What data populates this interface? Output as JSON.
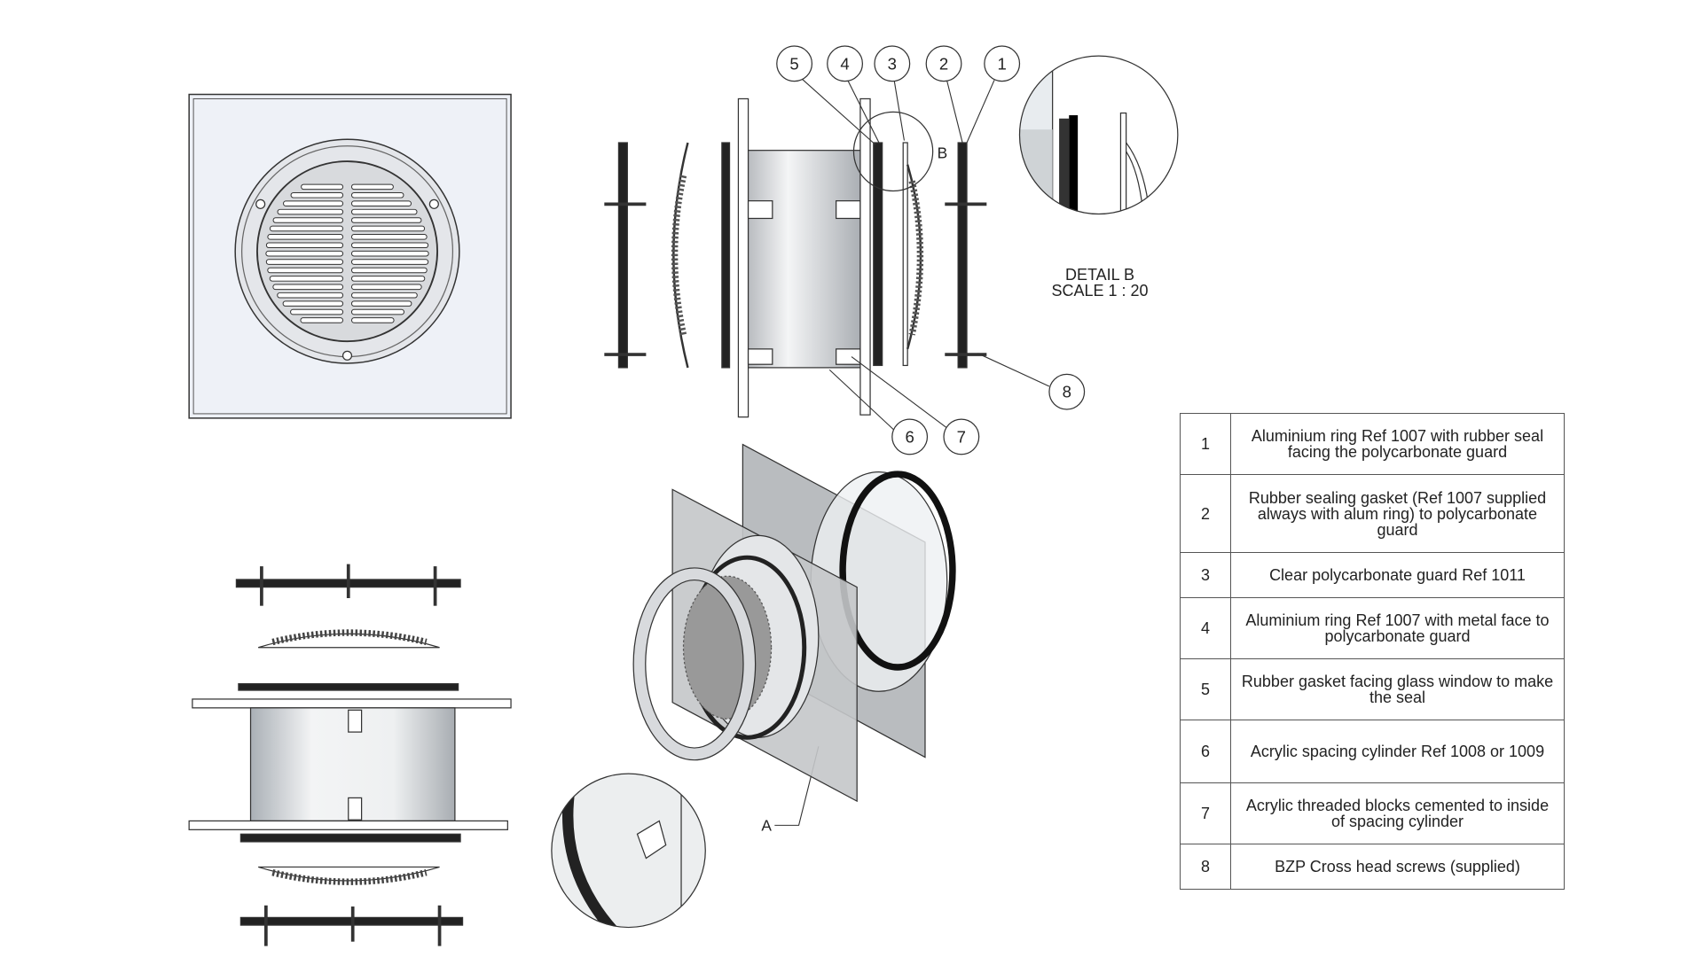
{
  "balloons": [
    "1",
    "2",
    "3",
    "4",
    "5",
    "6",
    "7",
    "8"
  ],
  "labels": {
    "detail_marker_b": "B",
    "detail_marker_a": "A"
  },
  "detail_b": {
    "title": "DETAIL B",
    "scale": "SCALE 1 : 20"
  },
  "parts": [
    {
      "num": "1",
      "desc": "Aluminium ring Ref 1007  with rubber seal facing the polycarbonate guard"
    },
    {
      "num": "2",
      "desc": "Rubber sealing gasket (Ref 1007 supplied always with alum ring) to polycarbonate guard"
    },
    {
      "num": "3",
      "desc": "Clear polycarbonate guard Ref 1011"
    },
    {
      "num": "4",
      "desc": "Aluminium ring  Ref 1007 with metal face to polycarbonate guard"
    },
    {
      "num": "5",
      "desc": "Rubber gasket facing glass window to make the seal"
    },
    {
      "num": "6",
      "desc": "Acrylic spacing cylinder Ref 1008 or 1009"
    },
    {
      "num": "7",
      "desc": "Acrylic threaded blocks cemented to inside of spacing cylinder"
    },
    {
      "num": "8",
      "desc": "BZP Cross head screws (supplied)"
    }
  ]
}
